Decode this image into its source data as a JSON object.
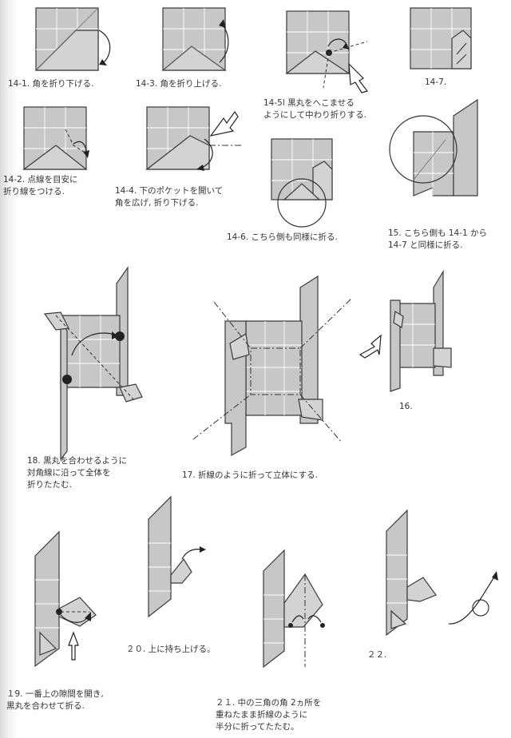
{
  "steps": [
    {
      "id": "14-1",
      "caption": [
        "14-1. 角を折り下げる."
      ]
    },
    {
      "id": "14-3",
      "caption": [
        "14-3. 角を折り上げる."
      ]
    },
    {
      "id": "14-5",
      "caption": [
        "14-5l 黒丸をへこませる",
        "ようにして中わり折りする."
      ]
    },
    {
      "id": "14-7",
      "caption": [
        "14-7."
      ]
    },
    {
      "id": "14-2",
      "caption": [
        "14-2. 点線を目安に",
        "折り線をつける."
      ]
    },
    {
      "id": "14-4",
      "caption": [
        "14-4. 下のポケットを開いて",
        "角を広げ, 折り下げる."
      ]
    },
    {
      "id": "14-6",
      "caption": [
        "14-6. こちら側も同様に折る."
      ]
    },
    {
      "id": "15",
      "caption": [
        "15. こちら側も 14-1 から",
        "14-7 と同様に折る."
      ]
    },
    {
      "id": "18",
      "caption": [
        "18. 黒丸を合わせるように",
        "対角線に沿って全体を",
        "折りたたむ."
      ]
    },
    {
      "id": "17",
      "caption": [
        "17. 折線のように折って立体にする."
      ]
    },
    {
      "id": "16",
      "caption": [
        "16."
      ]
    },
    {
      "id": "19",
      "caption": [
        "１9. 一番上の隙間を開き,",
        "黒丸を合わせて折る."
      ]
    },
    {
      "id": "20",
      "caption": [
        "２０. 上に持ち上げる。"
      ]
    },
    {
      "id": "21",
      "caption": [
        "２１. 中の三角の角 2ヵ所を",
        "重ねたまま折線のように",
        "半分に折ってたたむ。"
      ]
    },
    {
      "id": "22",
      "caption": [
        "２２."
      ]
    }
  ]
}
